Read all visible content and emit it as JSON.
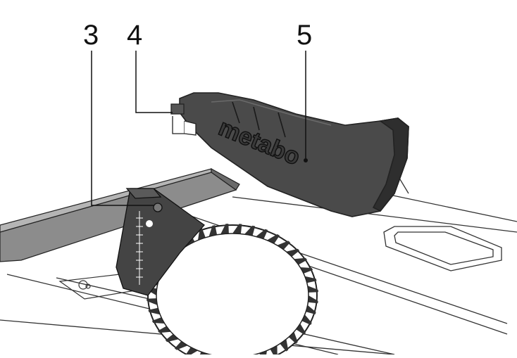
{
  "callouts": {
    "label_3": "3",
    "label_4": "4",
    "label_5": "5"
  },
  "guard_brand_text": "metabo",
  "colors": {
    "guard_body": "#4a4a4a",
    "guard_dark": "#2e2e2e",
    "outline": "#222222",
    "fence_gray": "#8c8c8c",
    "table_line": "#333333"
  }
}
